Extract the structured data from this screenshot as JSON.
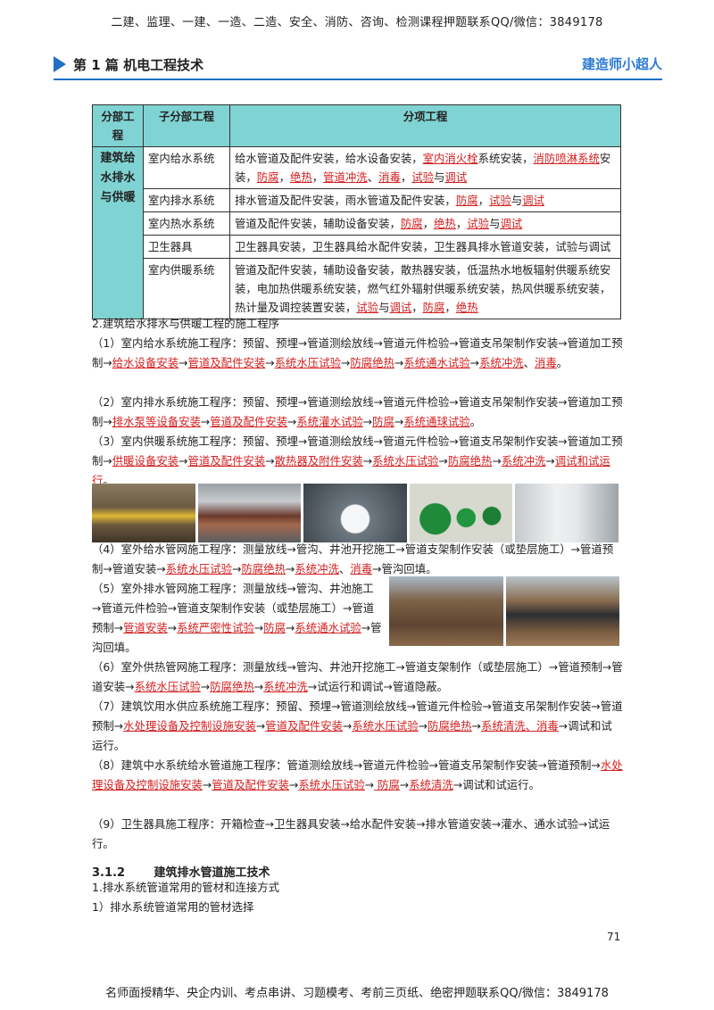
{
  "top_banner": "二建、监理、一建、一造、二造、安全、消防、咨询、检测课程押题联系QQ/微信：3849178",
  "header": {
    "title": "第 1 篇 机电工程技术",
    "brand": "建造师小超人"
  },
  "table": {
    "headers": [
      "分部工程",
      "子分部工程",
      "分项工程"
    ],
    "category": "建筑给水排水与供暖",
    "rows": [
      {
        "sub": "室内给水系统",
        "parts": [
          {
            "t": "给水管道及配件安装，给水设备安装，"
          },
          {
            "t": "室内消火栓",
            "r": true
          },
          {
            "t": "系统安装，"
          },
          {
            "t": "消防喷淋系统",
            "r": true
          },
          {
            "t": "安装，"
          },
          {
            "t": "防腐",
            "r": true
          },
          {
            "t": "，"
          },
          {
            "t": "绝热",
            "r": true
          },
          {
            "t": "，"
          },
          {
            "t": "管道冲洗",
            "r": true
          },
          {
            "t": "、"
          },
          {
            "t": "消毒",
            "r": true
          },
          {
            "t": "，"
          },
          {
            "t": "试验",
            "r": true
          },
          {
            "t": "与"
          },
          {
            "t": "调试",
            "r": true
          }
        ]
      },
      {
        "sub": "室内排水系统",
        "parts": [
          {
            "t": "排水管道及配件安装，雨水管道及配件安装，"
          },
          {
            "t": "防腐",
            "r": true
          },
          {
            "t": "，"
          },
          {
            "t": "试验",
            "r": true
          },
          {
            "t": "与"
          },
          {
            "t": "调试",
            "r": true
          }
        ]
      },
      {
        "sub": "室内热水系统",
        "parts": [
          {
            "t": "管道及配件安装，辅助设备安装，"
          },
          {
            "t": "防腐",
            "r": true
          },
          {
            "t": "，"
          },
          {
            "t": "绝热",
            "r": true
          },
          {
            "t": "，"
          },
          {
            "t": "试验",
            "r": true
          },
          {
            "t": "与"
          },
          {
            "t": "调试",
            "r": true
          }
        ]
      },
      {
        "sub": "卫生器具",
        "parts": [
          {
            "t": "卫生器具安装，卫生器具给水配件安装，卫生器具排水管道安装，试验与调试"
          }
        ]
      },
      {
        "sub": "室内供暖系统",
        "parts": [
          {
            "t": "管道及配件安装，辅助设备安装，散热器安装，低温热水地板辐射供暖系统安装，电加热供暖系统安装，燃气红外辐射供暖系统安装，热风供暖系统安装，热计量及调控装置安装，"
          },
          {
            "t": "试验",
            "r": true
          },
          {
            "t": "与"
          },
          {
            "t": "调试",
            "r": true
          },
          {
            "t": "，"
          },
          {
            "t": "防腐",
            "r": true
          },
          {
            "t": "，"
          },
          {
            "t": "绝热",
            "r": true
          }
        ]
      }
    ]
  },
  "section2": {
    "heading": "2.建筑给水排水与供暖工程的施工程序"
  },
  "paras": [
    {
      "key": "p1",
      "parts": [
        {
          "t": "（1）室内给水系统施工程序：预留、预埋→管道测绘放线→管道元件检验→管道支吊架制作安装→管道加工预制→"
        },
        {
          "t": "给水设备安装",
          "r": true
        },
        {
          "t": "→"
        },
        {
          "t": "管道及配件安装",
          "r": true
        },
        {
          "t": "→"
        },
        {
          "t": "系统水压试验",
          "r": true
        },
        {
          "t": "→"
        },
        {
          "t": "防腐绝热",
          "r": true
        },
        {
          "t": "→"
        },
        {
          "t": "系统通水试验",
          "r": true
        },
        {
          "t": "→"
        },
        {
          "t": "系统冲洗",
          "r": true
        },
        {
          "t": "、"
        },
        {
          "t": "消毒",
          "r": true
        },
        {
          "t": "。"
        }
      ]
    },
    {
      "key": "p2",
      "parts": [
        {
          "t": "（2）室内排水系统施工程序：预留、预埋→管道测绘放线→管道元件检验→管道支吊架制作安装→管道加工预制→"
        },
        {
          "t": "排水泵等设备安装",
          "r": true
        },
        {
          "t": "→"
        },
        {
          "t": "管道及配件安装",
          "r": true
        },
        {
          "t": "→"
        },
        {
          "t": "系统灌水试验",
          "r": true
        },
        {
          "t": "→"
        },
        {
          "t": "防腐",
          "r": true
        },
        {
          "t": "→"
        },
        {
          "t": "系统通球试验",
          "r": true
        },
        {
          "t": "。"
        }
      ]
    },
    {
      "key": "p3",
      "parts": [
        {
          "t": "（3）室内供暖系统施工程序：预留、预埋→管道测绘放线→管道元件检验→管道支吊架制作安装→管道加工预制→"
        },
        {
          "t": "供暖设备安装",
          "r": true
        },
        {
          "t": "→"
        },
        {
          "t": "管道及配件安装",
          "r": true
        },
        {
          "t": "→"
        },
        {
          "t": "散热器及附件安装",
          "r": true
        },
        {
          "t": "→"
        },
        {
          "t": "系统水压试验",
          "r": true
        },
        {
          "t": "→"
        },
        {
          "t": "防腐绝热",
          "r": true
        },
        {
          "t": "→"
        },
        {
          "t": "系统冲洗",
          "r": true
        },
        {
          "t": "→"
        },
        {
          "t": "调试和试运行",
          "r": true
        },
        {
          "t": "。"
        }
      ]
    },
    {
      "key": "p4",
      "parts": [
        {
          "t": "（4）室外给水管网施工程序：测量放线→管沟、井池开挖施工→管道支架制作安装（或垫层施工）→管道预制→管道安装→"
        },
        {
          "t": "系统水压试验",
          "r": true
        },
        {
          "t": "→"
        },
        {
          "t": "防腐绝热",
          "r": true
        },
        {
          "t": "→"
        },
        {
          "t": "系统冲洗",
          "r": true
        },
        {
          "t": "、"
        },
        {
          "t": "消毒",
          "r": true
        },
        {
          "t": "→管沟回填。"
        }
      ]
    },
    {
      "key": "p5",
      "parts": [
        {
          "t": "（5）室外排水管网施工程序：测量放线→管沟、井池施工→管道元件检验→管道支架制作安装（或垫层施工）→管道预制→"
        },
        {
          "t": "管道安装",
          "r": true
        },
        {
          "t": "→"
        },
        {
          "t": "系统严密性试验",
          "r": true
        },
        {
          "t": "→"
        },
        {
          "t": "防腐",
          "r": true
        },
        {
          "t": "→"
        },
        {
          "t": "系统通水试验",
          "r": true
        },
        {
          "t": "→管沟回填。"
        }
      ]
    },
    {
      "key": "p6",
      "parts": [
        {
          "t": "（6）室外供热管网施工程序：测量放线→管沟、井池开挖施工→管道支架制作（或垫层施工）→管道预制→管道安装→"
        },
        {
          "t": "系统水压试验",
          "r": true
        },
        {
          "t": "→"
        },
        {
          "t": "防腐绝热",
          "r": true
        },
        {
          "t": "→"
        },
        {
          "t": "系统冲洗",
          "r": true
        },
        {
          "t": "→试运行和调试→管道隐蔽。"
        }
      ]
    },
    {
      "key": "p7",
      "parts": [
        {
          "t": "（7）建筑饮用水供应系统施工程序：预留、预埋→管道测绘放线→管道元件检验→管道支吊架制作安装→管道预制→"
        },
        {
          "t": "水处理设备及控制设施安装",
          "r": true
        },
        {
          "t": "→"
        },
        {
          "t": "管道及配件安装",
          "r": true
        },
        {
          "t": "→"
        },
        {
          "t": "系统水压试验",
          "r": true
        },
        {
          "t": "→"
        },
        {
          "t": "防腐绝热",
          "r": true
        },
        {
          "t": "→"
        },
        {
          "t": "系统清洗、消毒",
          "r": true
        },
        {
          "t": "→调试和试运行。"
        }
      ]
    },
    {
      "key": "p8",
      "parts": [
        {
          "t": "（8）建筑中水系统给水管道施工程序：管道测绘放线→管道元件检验→管道支吊架制作安装→管道预制→"
        },
        {
          "t": "水处理设备及控制设施安装",
          "r": true
        },
        {
          "t": "→"
        },
        {
          "t": "管道及配件安装",
          "r": true
        },
        {
          "t": "→"
        },
        {
          "t": "系统水压试验",
          "r": true
        },
        {
          "t": "→"
        },
        {
          "t": " 防腐",
          "r": true
        },
        {
          "t": "→"
        },
        {
          "t": "系统清洗",
          "r": true
        },
        {
          "t": "→调试和试运行。"
        }
      ]
    },
    {
      "key": "p9",
      "parts": [
        {
          "t": "（9）卫生器具施工程序：开箱检查→卫生器具安装→给水配件安装→排水管道安装→灌水、通水试验→试运行。"
        }
      ]
    }
  ],
  "section312": {
    "number": "3.1.2",
    "title": "建筑排水管道施工技术"
  },
  "sub1": "1.排水系统管道常用的管材和连接方式",
  "sub2": "1）排水系统管道常用的管材选择",
  "page_number": "71",
  "footer": "名师面授精华、央企内训、考点串讲、习题模考、考前三页纸、绝密押题联系QQ/微信：3849178",
  "photo_names": [
    "rebar-site-photo",
    "ceiling-pipes-photo",
    "pipe-flushing-photo",
    "test-balls-photo",
    "pipe-bends-photo"
  ],
  "trench_names": [
    "trench-photo",
    "pipe-trench-photo"
  ]
}
